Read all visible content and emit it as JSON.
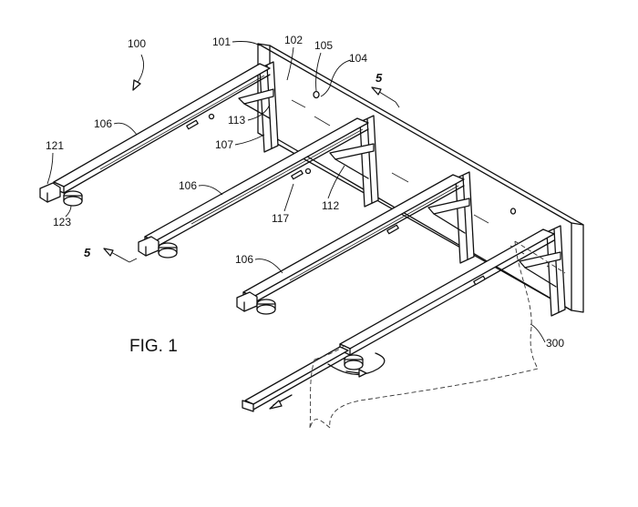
{
  "figure": {
    "caption": "FIG. 1",
    "labels": {
      "n100": "100",
      "n101": "101",
      "n102": "102",
      "n105": "105",
      "n104": "104",
      "n106a": "106",
      "n106b": "106",
      "n106c": "106",
      "n113": "113",
      "n107": "107",
      "n121": "121",
      "n123": "123",
      "n117": "117",
      "n112": "112",
      "n300": "300",
      "sec5a": "5",
      "sec5b": "5"
    }
  }
}
